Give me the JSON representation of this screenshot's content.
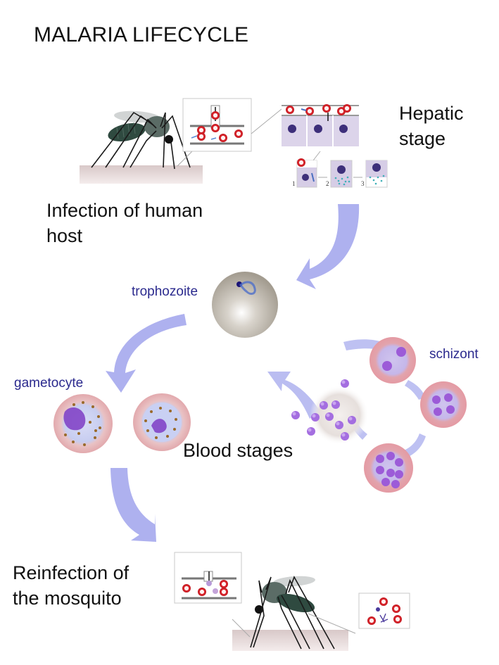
{
  "title": "MALARIA LIFECYCLE",
  "labels": {
    "hepatic_line1": "Hepatic",
    "hepatic_line2": "stage",
    "infection_line1": "Infection of human",
    "infection_line2": "host",
    "trophozoite": "trophozoite",
    "gametocyte": "gametocyte",
    "schizont": "schizont",
    "blood_stages": "Blood stages",
    "reinfection_line1": "Reinfection of",
    "reinfection_line2": "the mosquito"
  },
  "hepatic_insets": [
    "1",
    "2",
    "3"
  ],
  "colors": {
    "arrow": "#aeb1ef",
    "label_blue": "#2b2a8e",
    "rbc_red": "#d0202a",
    "parasite_purple": "#8a4fd0",
    "trophozoite_cell": "#b3aca2"
  }
}
